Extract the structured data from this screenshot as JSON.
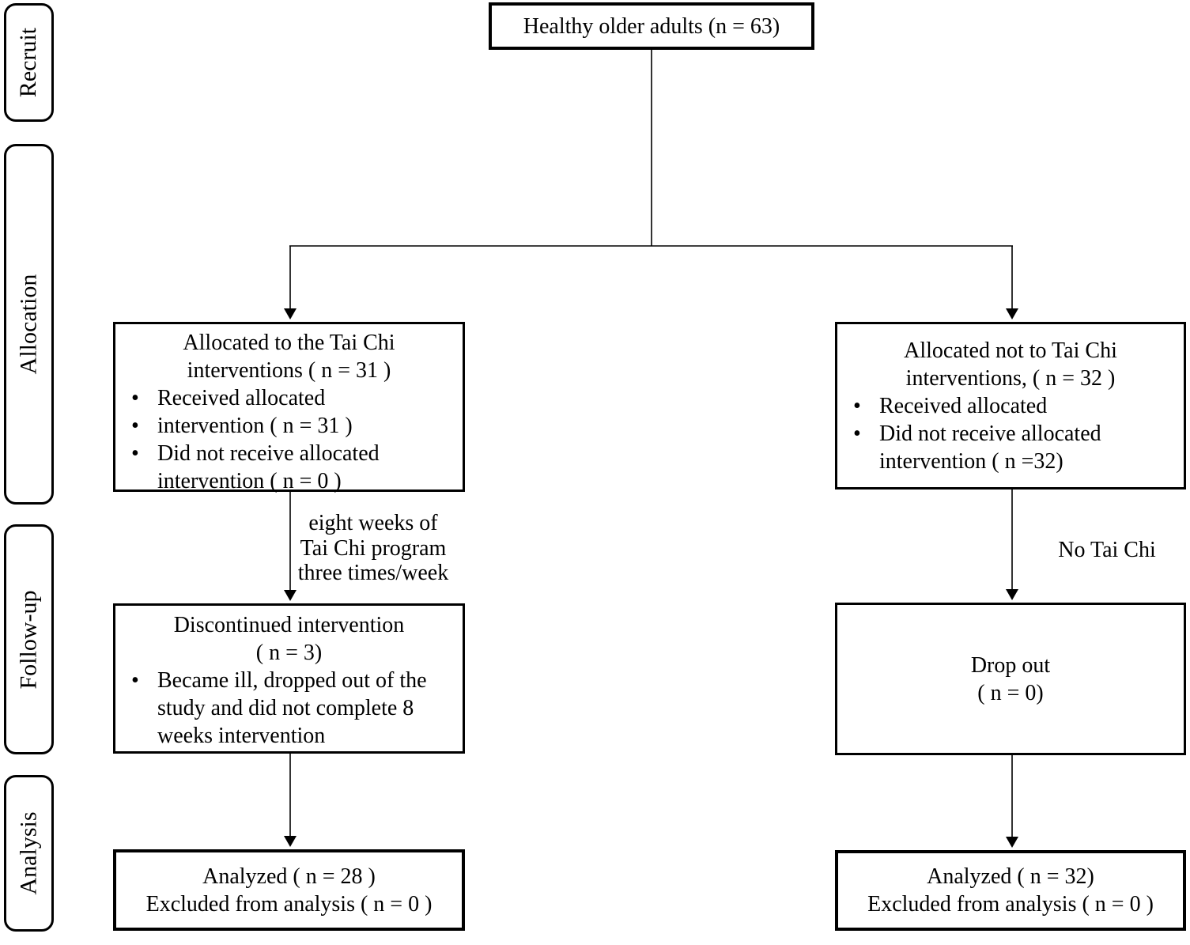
{
  "diagram": {
    "stages": [
      {
        "label": "Recruit"
      },
      {
        "label": "Allocation"
      },
      {
        "label": "Follow-up"
      },
      {
        "label": "Analysis"
      }
    ],
    "boxes": {
      "recruit": {
        "text": "Healthy older adults (n = 63)"
      },
      "alloc_taichi": {
        "title": "Allocated to the Tai Chi\ninterventions ( n =  31 )",
        "bullets": [
          "Received allocated",
          "intervention ( n = 31 )",
          "Did not receive  allocated\nintervention ( n = 0 )"
        ]
      },
      "alloc_control": {
        "title": "Allocated not to Tai Chi\ninterventions, ( n =  32 )",
        "bullets": [
          "Received allocated",
          "Did not receive  allocated\nintervention ( n =32)"
        ]
      },
      "followup_taichi": {
        "title": "Discontinued intervention\n( n = 3)",
        "bullets": [
          "Became ill,  dropped out of the\nstudy and did not complete 8\nweeks intervention"
        ]
      },
      "followup_control": {
        "text": "Drop out\n( n = 0)"
      },
      "analysis_taichi": {
        "text": "Analyzed ( n = 28 )\nExcluded from analysis ( n = 0 )"
      },
      "analysis_control": {
        "text": "Analyzed ( n = 32)\nExcluded from analysis ( n = 0 )"
      }
    },
    "edge_labels": {
      "taichi": "eight weeks of\nTai Chi program\nthree times/week",
      "control": "No Tai Chi"
    },
    "glyphs": {
      "bullet": "•"
    },
    "colors": {
      "line": "#000000",
      "background": "#ffffff",
      "text": "#000000"
    }
  }
}
